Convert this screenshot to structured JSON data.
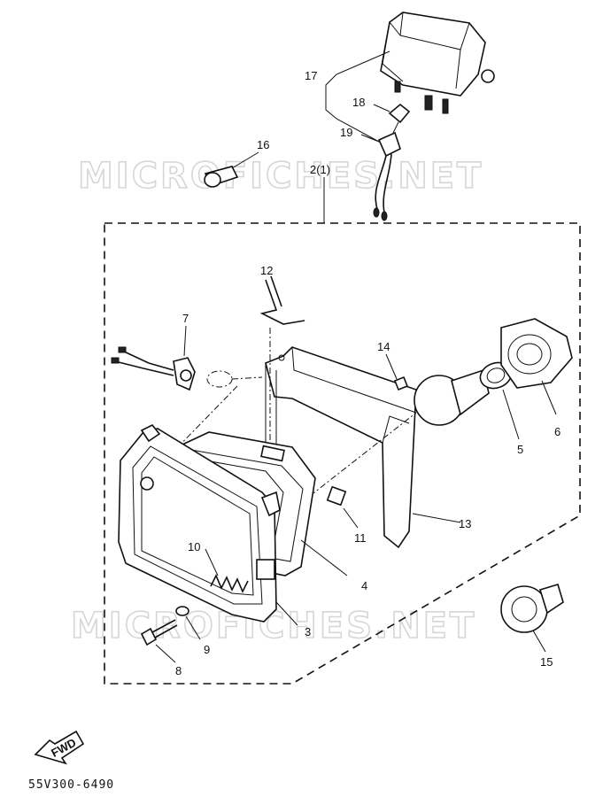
{
  "watermarks": [
    "MICROFICHES.NET",
    "MICROFICHES.NET"
  ],
  "callouts": [
    {
      "id": "c2",
      "text": "2(1)"
    },
    {
      "id": "c3",
      "text": "3"
    },
    {
      "id": "c4",
      "text": "4"
    },
    {
      "id": "c5",
      "text": "5"
    },
    {
      "id": "c6",
      "text": "6"
    },
    {
      "id": "c7",
      "text": "7"
    },
    {
      "id": "c8",
      "text": "8"
    },
    {
      "id": "c9",
      "text": "9"
    },
    {
      "id": "c10",
      "text": "10"
    },
    {
      "id": "c11",
      "text": "11"
    },
    {
      "id": "c12",
      "text": "12"
    },
    {
      "id": "c13",
      "text": "13"
    },
    {
      "id": "c14",
      "text": "14"
    },
    {
      "id": "c15",
      "text": "15"
    },
    {
      "id": "c16",
      "text": "16"
    },
    {
      "id": "c17",
      "text": "17"
    },
    {
      "id": "c18",
      "text": "18"
    },
    {
      "id": "c19",
      "text": "19"
    }
  ],
  "direction_badge": "FWD",
  "diagram_code": "55V300-6490",
  "icons": {
    "direction": "fwd-arrow-icon"
  }
}
